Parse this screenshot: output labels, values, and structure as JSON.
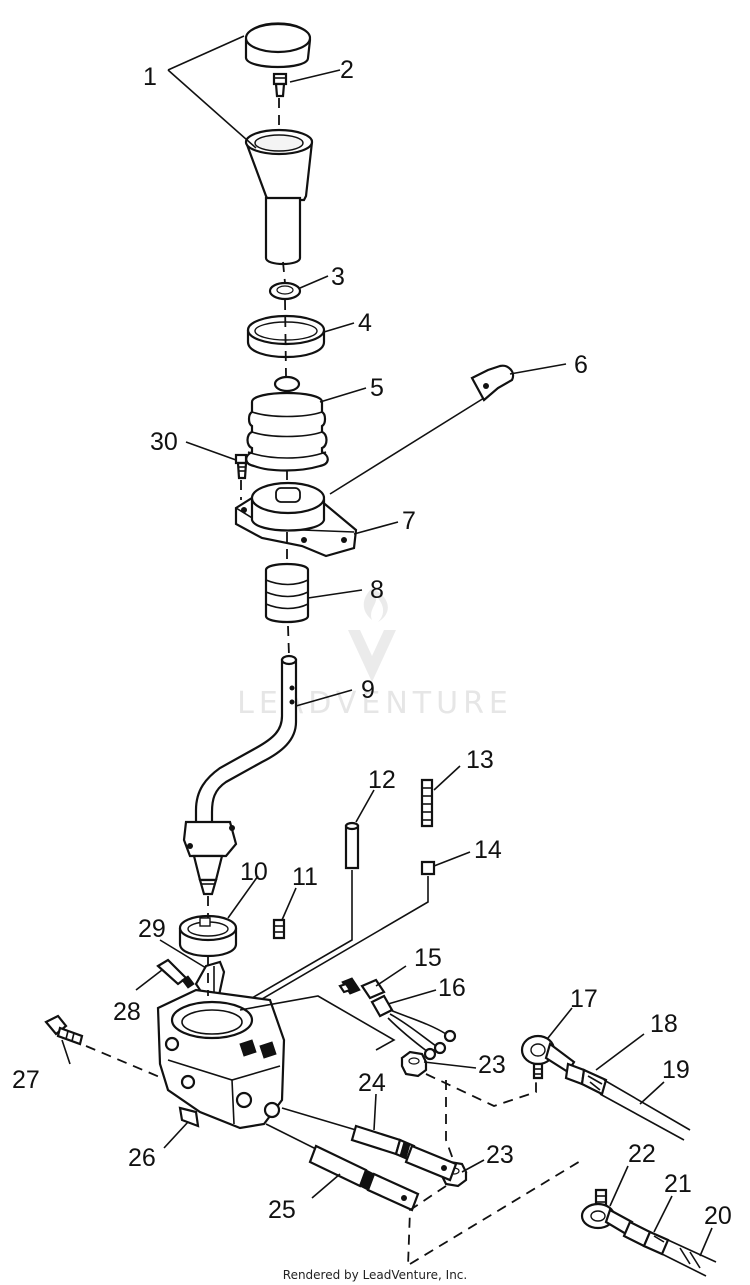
{
  "callouts": [
    {
      "id": "1",
      "label": "1"
    },
    {
      "id": "2",
      "label": "2"
    },
    {
      "id": "3",
      "label": "3"
    },
    {
      "id": "4",
      "label": "4"
    },
    {
      "id": "5",
      "label": "5"
    },
    {
      "id": "6",
      "label": "6"
    },
    {
      "id": "7",
      "label": "7"
    },
    {
      "id": "8",
      "label": "8"
    },
    {
      "id": "9",
      "label": "9"
    },
    {
      "id": "10",
      "label": "10"
    },
    {
      "id": "11",
      "label": "11"
    },
    {
      "id": "12",
      "label": "12"
    },
    {
      "id": "13",
      "label": "13"
    },
    {
      "id": "14",
      "label": "14"
    },
    {
      "id": "15",
      "label": "15"
    },
    {
      "id": "16",
      "label": "16"
    },
    {
      "id": "17",
      "label": "17"
    },
    {
      "id": "18",
      "label": "18"
    },
    {
      "id": "19",
      "label": "19"
    },
    {
      "id": "20",
      "label": "20"
    },
    {
      "id": "21",
      "label": "21"
    },
    {
      "id": "22",
      "label": "22"
    },
    {
      "id": "23a",
      "label": "23"
    },
    {
      "id": "23b",
      "label": "23"
    },
    {
      "id": "24",
      "label": "24"
    },
    {
      "id": "25",
      "label": "25"
    },
    {
      "id": "26",
      "label": "26"
    },
    {
      "id": "27",
      "label": "27"
    },
    {
      "id": "28",
      "label": "28"
    },
    {
      "id": "29",
      "label": "29"
    },
    {
      "id": "30",
      "label": "30"
    }
  ],
  "watermark": {
    "text": "LEADVENTURE",
    "icon": "leadventure-flame-logo-icon"
  },
  "footer": {
    "text": "Rendered by LeadVenture, Inc."
  }
}
